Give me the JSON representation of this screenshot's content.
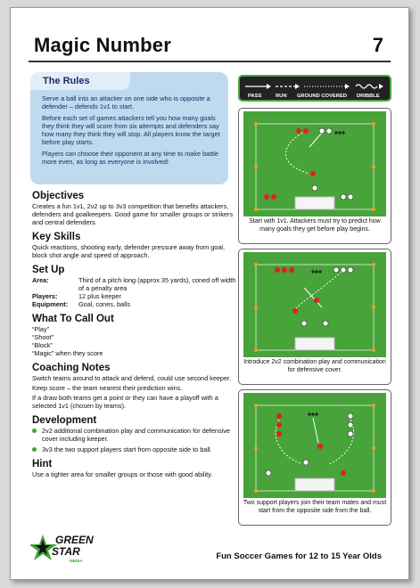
{
  "header": {
    "title": "Magic Number",
    "page_number": "7"
  },
  "rules": {
    "title": "The Rules",
    "paragraphs": [
      "Serve a ball into an attacker on one side who is opposite a defender – defends 1v1 to start.",
      "Before each set of games attackers tell you how many goals they think they will score from six attempts and defenders say how many they think they will stop. All players know the target before play starts.",
      "Players can choose their opponent at any time to make battle more even, as long as everyone is involved!"
    ]
  },
  "objectives": {
    "title": "Objectives",
    "text": "Creates a fun 1v1, 2v2 up to 3v3 competition that benefits attackers, defenders and goalkeepers. Good game for smaller groups or strikers and central defenders."
  },
  "key_skills": {
    "title": "Key Skills",
    "text": "Quick reactions, shooting early, defender pressure away from goal, block shot angle and speed of approach."
  },
  "setup": {
    "title": "Set Up",
    "rows": [
      {
        "key": "Area:",
        "value": "Third of a pitch long (approx 35 yards), coned off width of a penalty area"
      },
      {
        "key": "Players:",
        "value": "12 plus keeper"
      },
      {
        "key": "Equipment:",
        "value": "Goal, cones, balls"
      }
    ]
  },
  "call_out": {
    "title": "What To Call Out",
    "lines": [
      "“Play”",
      "“Shoot”",
      "“Block”",
      "“Magic” when they score"
    ]
  },
  "coaching": {
    "title": "Coaching Notes",
    "paragraphs": [
      "Switch teams around to attack and defend, could use second keeper.",
      "Keep score – the team nearest their prediction wins.",
      "If a draw both teams get a point or they can have a playoff with a selected 1v1 (chosen by teams)."
    ]
  },
  "development": {
    "title": "Development",
    "items": [
      "2v2 additional combination play and communication for defensive cover including keeper.",
      "3v3 the two support players start from opposite side to ball."
    ]
  },
  "hint": {
    "title": "Hint",
    "text": "Use a tighter area for smaller groups or those with good ability."
  },
  "legend": {
    "pass": "PASS",
    "run": "RUN",
    "ground": "GROUND COVERED",
    "dribble": "DRIBBLE"
  },
  "diagrams": [
    {
      "caption": "Start with 1v1. Attackers must try to predict how many goals they get before play begins."
    },
    {
      "caption": "Introduce 2v2 combination play and communication for defensive cover."
    },
    {
      "caption": "Two support players join their team mates and must start from the opposite side from the ball."
    }
  ],
  "footer": {
    "logo_line1": "GREEN",
    "logo_line2": "STAR",
    "logo_line3": "MEDIA",
    "tagline": "Fun Soccer Games for 12 to 15 Year Olds"
  },
  "colors": {
    "accent": "#46a53d",
    "pitch": "#47a33a",
    "rules_bg": "#bfd9ee",
    "rules_text": "#1a2b66",
    "attacker": "#e02020"
  }
}
